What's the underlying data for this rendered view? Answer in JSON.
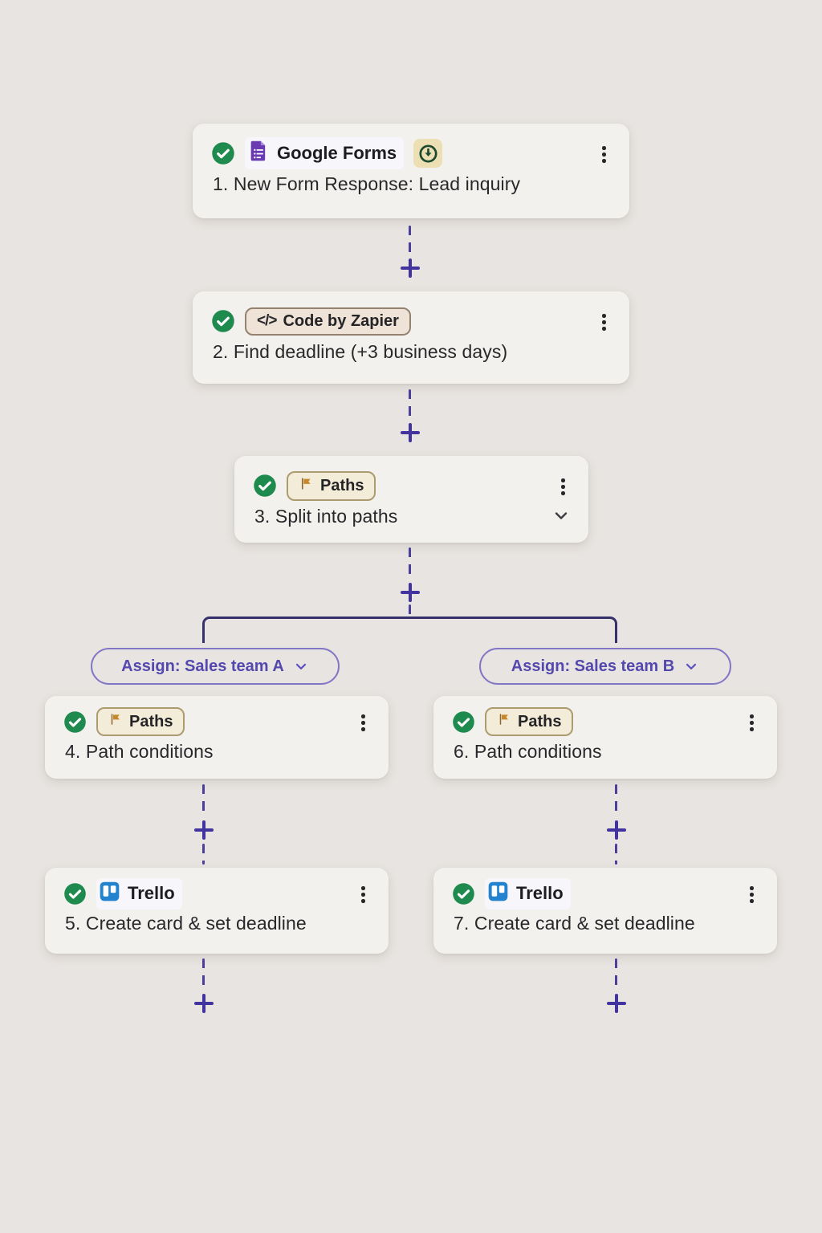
{
  "workflow": {
    "steps": [
      {
        "app": "Google Forms",
        "title": "1. New Form Response: Lead inquiry"
      },
      {
        "app": "Code by Zapier",
        "title": "2. Find deadline (+3 business days)"
      },
      {
        "app": "Paths",
        "title": "3. Split into paths"
      },
      {
        "app": "Paths",
        "title": "4. Path conditions"
      },
      {
        "app": "Trello",
        "title": "5. Create card & set deadline"
      },
      {
        "app": "Paths",
        "title": "6. Path conditions"
      },
      {
        "app": "Trello",
        "title": "7. Create card & set deadline"
      }
    ],
    "branches": [
      {
        "label": "Assign: Sales team A"
      },
      {
        "label": "Assign: Sales team B"
      }
    ],
    "code_glyph": "</>",
    "icons": {
      "status": "success-check-icon",
      "trigger_speed": "instant-trigger-icon",
      "menu": "kebab-menu-icon",
      "paths": "flag-icon",
      "apps": [
        "google-forms-icon",
        "code-icon",
        "trello-icon"
      ]
    },
    "colors": {
      "page_bg": "#e8e4e1",
      "card_bg": "#f3f1ee",
      "success_green": "#1f8a4d",
      "forms_purple": "#6a3ab2",
      "trello_blue": "#2383cf",
      "connector_purple": "#4c3f99",
      "plus_purple": "#43339f",
      "tree_indigo": "#36306b",
      "branch_purple": "#5348ae",
      "paths_pill_bg": "#f3ecd8",
      "paths_pill_border": "#ac9b70",
      "code_pill_bg": "#efe3d8",
      "instant_bg": "#ecdfb4"
    }
  }
}
